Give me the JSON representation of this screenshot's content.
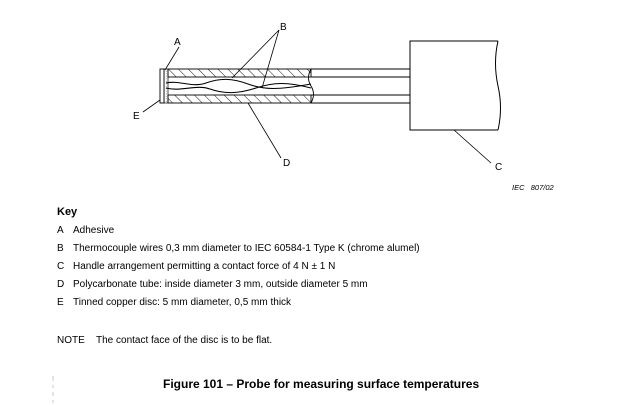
{
  "diagram": {
    "callouts": {
      "a": "A",
      "b": "B",
      "c": "C",
      "d": "D",
      "e": "E"
    },
    "reference_code": "IEC   807/02"
  },
  "key": {
    "title": "Key",
    "items": [
      {
        "letter": "A",
        "text": "Adhesive"
      },
      {
        "letter": "B",
        "text": "Thermocouple wires 0,3 mm diameter to IEC 60584-1 Type K (chrome alumel)"
      },
      {
        "letter": "C",
        "text": "Handle arrangement permitting a contact force of 4 N ± 1 N"
      },
      {
        "letter": "D",
        "text": "Polycarbonate tube: inside diameter 3 mm, outside diameter 5 mm"
      },
      {
        "letter": "E",
        "text": "Tinned copper disc: 5 mm diameter, 0,5 mm thick"
      }
    ]
  },
  "note": {
    "tag": "NOTE",
    "text": "The contact face of the disc is to be flat."
  },
  "figure": {
    "caption": "Figure 101 – Probe for measuring surface temperatures"
  }
}
